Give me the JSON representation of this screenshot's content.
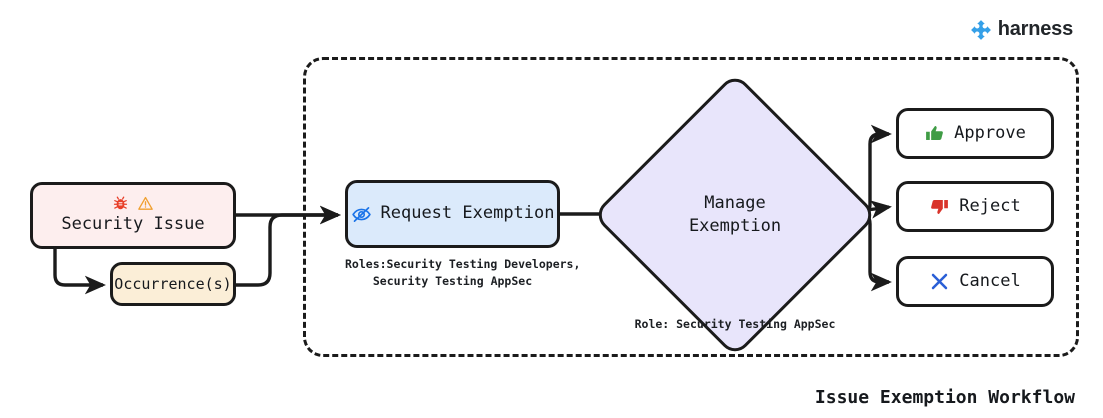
{
  "brand": {
    "name": "harness",
    "logo_icon": "harness-diamond-logo",
    "color": "#35a0e8"
  },
  "diagram": {
    "title": "Issue Exemption Workflow",
    "type": "flowchart",
    "group_label": "",
    "nodes": [
      {
        "id": "security-issue",
        "label": "Security Issue",
        "icons": [
          "bug-icon",
          "warning-triangle-icon"
        ],
        "fill": "#fdeeee",
        "shape": "rounded-rect"
      },
      {
        "id": "occurrences",
        "label": "Occurrence(s)",
        "icons": [],
        "fill": "#fbeed7",
        "shape": "rounded-rect"
      },
      {
        "id": "request-exemption",
        "label": "Request Exemption",
        "icons": [
          "eye-slash-icon"
        ],
        "fill": "#dbeafb",
        "shape": "rounded-rect",
        "caption": "Roles:Security Testing Developers,\nSecurity Testing AppSec"
      },
      {
        "id": "manage-exemption",
        "label_line1": "Manage",
        "label_line2": "Exemption",
        "fill": "#e8e5fb",
        "shape": "diamond",
        "caption": "Role: Security Testing AppSec"
      },
      {
        "id": "approve",
        "label": "Approve",
        "icons": [
          "thumbs-up-icon"
        ],
        "icon_color": "#3f9c45",
        "fill": "#ffffff",
        "shape": "rounded-rect"
      },
      {
        "id": "reject",
        "label": "Reject",
        "icons": [
          "thumbs-down-icon"
        ],
        "icon_color": "#d9342b",
        "fill": "#ffffff",
        "shape": "rounded-rect"
      },
      {
        "id": "cancel",
        "label": "Cancel",
        "icons": [
          "cross-x-icon"
        ],
        "icon_color": "#2a5fd6",
        "fill": "#ffffff",
        "shape": "rounded-rect"
      }
    ],
    "edges": [
      {
        "from": "security-issue",
        "to": "occurrences"
      },
      {
        "from": "security-issue",
        "to": "request-exemption"
      },
      {
        "from": "occurrences",
        "to": "request-exemption"
      },
      {
        "from": "request-exemption",
        "to": "manage-exemption"
      },
      {
        "from": "manage-exemption",
        "to": "approve"
      },
      {
        "from": "manage-exemption",
        "to": "reject"
      },
      {
        "from": "manage-exemption",
        "to": "cancel"
      }
    ],
    "colors": {
      "stroke": "#1b1b1b",
      "bug": "#e8402a",
      "warning": "#f0a030",
      "eye_slash": "#1a73e8"
    }
  }
}
